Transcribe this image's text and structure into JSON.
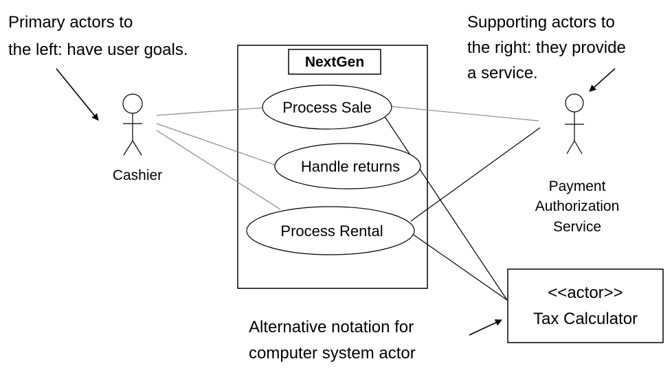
{
  "diagram": {
    "system_boundary": {
      "title": "NextGen"
    },
    "use_cases": [
      {
        "id": "process-sale",
        "label": "Process Sale"
      },
      {
        "id": "handle-returns",
        "label": "Handle returns"
      },
      {
        "id": "process-rental",
        "label": "Process Rental"
      }
    ],
    "actors": {
      "cashier": {
        "label": "Cashier"
      },
      "payment": {
        "label_lines": [
          "Payment",
          "Authorization",
          "Service"
        ]
      },
      "tax": {
        "stereotype": "<<actor>>",
        "label": "Tax Calculator"
      }
    },
    "notes": {
      "primary": [
        "Primary actors to",
        "the left: have user goals."
      ],
      "supporting": [
        "Supporting actors to",
        "the right: they provide",
        "a service."
      ],
      "alternative": [
        "Alternative notation for",
        "computer system actor"
      ]
    }
  }
}
